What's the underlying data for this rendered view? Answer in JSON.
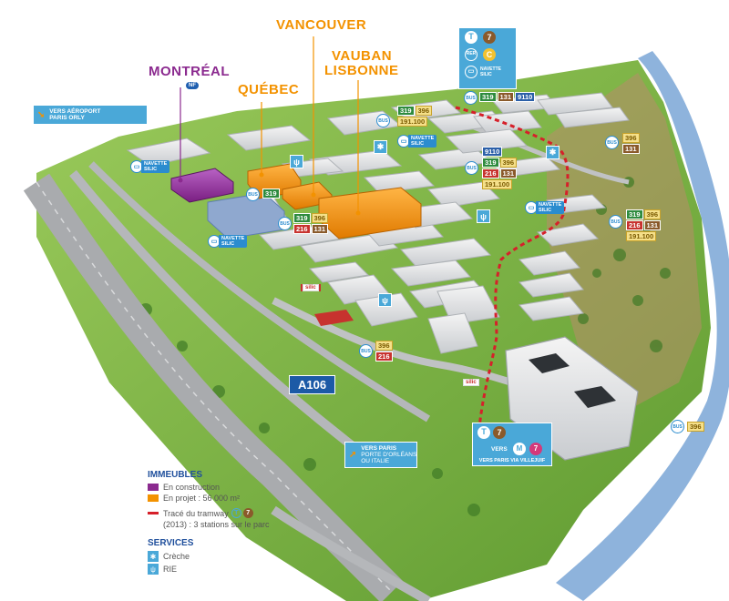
{
  "buildings": {
    "montreal": {
      "name": "MONTRÉAL",
      "badge": "NF"
    },
    "quebec": {
      "name": "QUÉBEC"
    },
    "vancouver": {
      "name": "VANCOUVER"
    },
    "vauban": {
      "name_line1": "VAUBAN",
      "name_line2": "LISBONNE"
    }
  },
  "airport_sign": {
    "line1": "VERS AÉROPORT",
    "line2": "PARIS ORLY"
  },
  "paris_sign": {
    "line1": "VERS PARIS",
    "line2": "PORTE D'ORLÉANS",
    "line3": "OU ITALIE"
  },
  "top_transit": {
    "tram": "T",
    "tram_line": "7",
    "rer": "RER",
    "rer_line": "C",
    "shuttle_line1": "NAVETTE",
    "shuttle_line2": "SILIC"
  },
  "bottom_transit": {
    "tram": "T",
    "tram_line": "7",
    "vers": "VERS",
    "metro": "M",
    "metro_line": "7",
    "caption": "VERS PARIS VIA VILLEJUIF"
  },
  "shuttles": [
    {
      "line1": "NAVETTE",
      "line2": "SILIC"
    },
    {
      "line1": "NAVETTE",
      "line2": "SILIC"
    },
    {
      "line1": "NAVETTE",
      "line2": "SILIC"
    },
    {
      "line1": "NAVETTE",
      "line2": "SILIC"
    }
  ],
  "bus_label": "BUS",
  "bus_stops": [
    {
      "lines": [
        [
          "319",
          "131",
          "9110"
        ]
      ]
    },
    {
      "lines": [
        [
          "319",
          "396"
        ],
        [
          "191.100"
        ]
      ]
    },
    {
      "lines": [
        [
          "9110"
        ],
        [
          "319",
          "396"
        ],
        [
          "216",
          "131"
        ],
        [
          "191.100"
        ]
      ]
    },
    {
      "lines": [
        [
          "396"
        ],
        [
          "131"
        ]
      ]
    },
    {
      "lines": [
        [
          "319"
        ]
      ]
    },
    {
      "lines": [
        [
          "319",
          "396"
        ],
        [
          "216",
          "131"
        ]
      ]
    },
    {
      "lines": [
        [
          "319",
          "396"
        ],
        [
          "216",
          "131"
        ],
        [
          "191.100"
        ]
      ]
    },
    {
      "lines": [
        [
          "396"
        ],
        [
          "216"
        ]
      ]
    },
    {
      "lines": [
        [
          "396"
        ]
      ]
    }
  ],
  "road": {
    "name": "A106"
  },
  "silic_label": "silic",
  "legend": {
    "buildings_title": "IMMEUBLES",
    "in_construction": "En construction",
    "in_project": "En projet : 56 000 m²",
    "tram_route_pre": "Tracé du tramway",
    "tram_t": "T",
    "tram_7": "7",
    "tram_route_post": "(2013) : 3 stations sur le parc",
    "services_title": "SERVICES",
    "creche": "Crèche",
    "rie": "RIE"
  },
  "colors": {
    "orange": "#f39200",
    "purple": "#8b2a8f",
    "sign_blue": "#4aa8d8",
    "bus_green": "#2e8b3e",
    "bus_red": "#c7322e",
    "bus_brown": "#8a5a2b",
    "bus_yellow": "#f5e08a",
    "bus_blue": "#2b5fa8",
    "tram_route": "#d6202a"
  }
}
